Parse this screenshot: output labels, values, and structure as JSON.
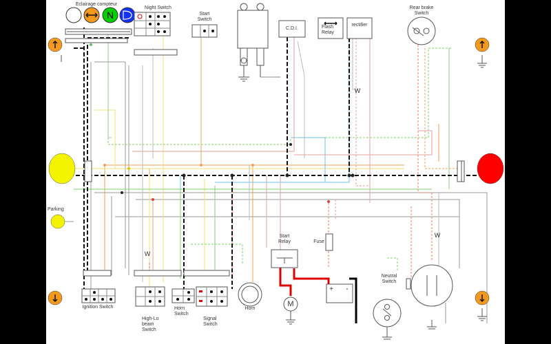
{
  "diagram": {
    "labels": {
      "eclairage": "Eclairage compteur",
      "night_switch": "Night Switch",
      "start_switch": "Start\nSwitch",
      "cdi": "C.D.I.",
      "flash_relay": "Flash\nRelay",
      "rectifier": "rectifier",
      "rear_brake": "Rear brake\nSwitch",
      "parking": "Parking",
      "start_relay": "Start\nRelay",
      "fuse": "Fuse",
      "neutral_switch": "Neutral\nSwitch",
      "ignition_switch": "Ignition Switch",
      "high_lo": "High-Lo\nbeam\nSwitch",
      "horn_switch": "Horn\nSwitch",
      "signal_switch": "Signal\nSwitch",
      "horn": "Horn",
      "motor": "M",
      "neutral_indicator": "N",
      "w1": "W",
      "w2": "W",
      "w3": "W",
      "plus": "+",
      "minus": "-"
    },
    "colors": {
      "yellow": "#f5f400",
      "red": "#ff0000",
      "orange": "#f39a1d",
      "green": "#00d000",
      "blue": "#1432ff",
      "wire_orange": "#f2a154",
      "wire_green": "#7fd46c",
      "wire_blue": "#6cc3e8",
      "wire_pink": "#e7a0a0",
      "wire_yellow": "#f0e070",
      "wire_gray": "#9a9a9a"
    }
  }
}
